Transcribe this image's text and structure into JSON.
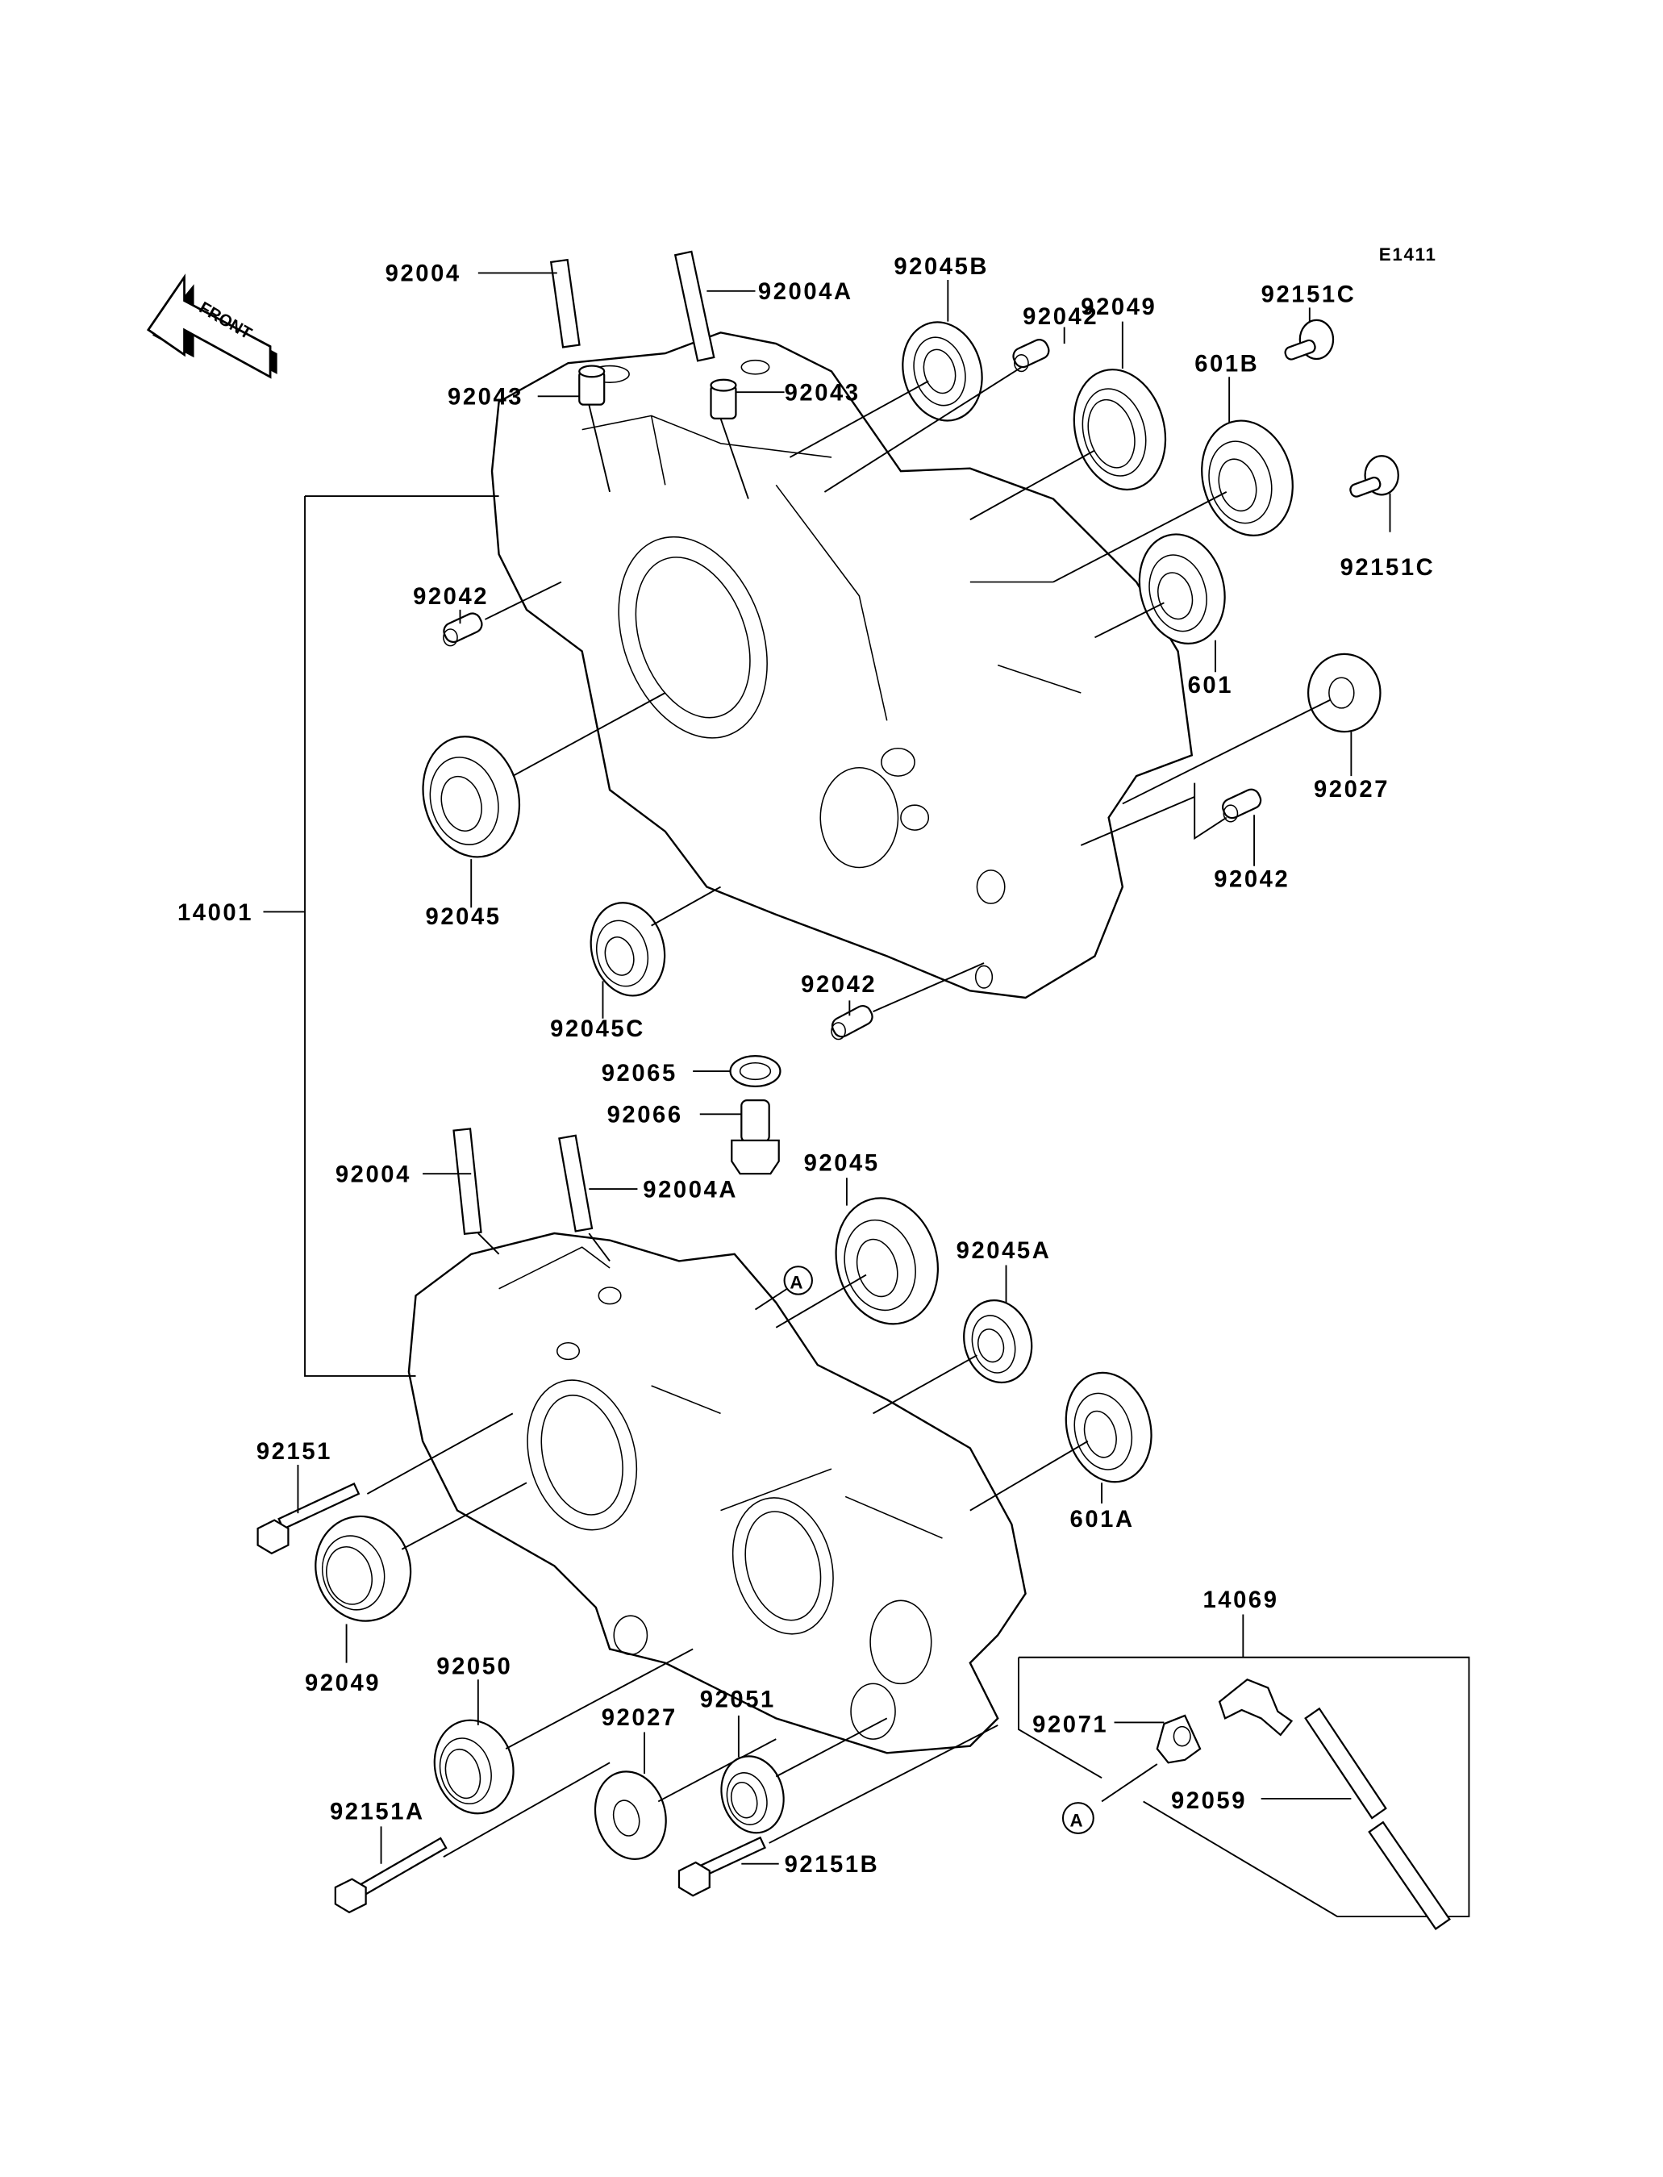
{
  "diagram": {
    "type": "exploded-parts-diagram",
    "subject": "Crankcase",
    "figure_code": "E1411",
    "front_indicator": "FRONT",
    "reference_marker": "A",
    "colors": {
      "line": "#000000",
      "background": "#ffffff"
    },
    "assemblies": [
      {
        "id": "14001",
        "label": "14001",
        "description": "crankcase set (upper & lower halves)"
      },
      {
        "id": "14069",
        "label": "14069",
        "description": "breather fitting assembly"
      }
    ],
    "labels": {
      "upper_92004": "92004",
      "upper_92004A": "92004A",
      "upper_92043_left": "92043",
      "upper_92043_right": "92043",
      "upper_92045B": "92045B",
      "upper_92042_top": "92042",
      "upper_92049": "92049",
      "upper_601B": "601B",
      "upper_92151C_top": "92151C",
      "upper_92151C_right": "92151C",
      "upper_601": "601",
      "upper_92042_left": "92042",
      "upper_92027": "92027",
      "upper_92042_right": "92042",
      "upper_92045": "92045",
      "upper_92045C": "92045C",
      "upper_92042_bottom": "92042",
      "label_14001": "14001",
      "mid_92065": "92065",
      "mid_92066": "92066",
      "lower_92004": "92004",
      "lower_92004A": "92004A",
      "lower_92045": "92045",
      "lower_92045A": "92045A",
      "lower_601A": "601A",
      "lower_92151": "92151",
      "lower_92049": "92049",
      "lower_92050": "92050",
      "lower_92027": "92027",
      "lower_92051": "92051",
      "lower_92151A": "92151A",
      "lower_92151B": "92151B",
      "label_14069": "14069",
      "box_92071": "92071",
      "box_92059": "92059"
    },
    "parts": [
      {
        "ref": "92004",
        "kind": "stud"
      },
      {
        "ref": "92004A",
        "kind": "stud"
      },
      {
        "ref": "92043",
        "kind": "dowel"
      },
      {
        "ref": "92045B",
        "kind": "ball bearing"
      },
      {
        "ref": "92042",
        "kind": "dowel pin"
      },
      {
        "ref": "92049",
        "kind": "oil seal"
      },
      {
        "ref": "601B",
        "kind": "ball bearing"
      },
      {
        "ref": "92151C",
        "kind": "bolt"
      },
      {
        "ref": "601",
        "kind": "ball bearing"
      },
      {
        "ref": "92027",
        "kind": "collar"
      },
      {
        "ref": "92045",
        "kind": "ball bearing"
      },
      {
        "ref": "92045C",
        "kind": "ball bearing"
      },
      {
        "ref": "92065",
        "kind": "gasket"
      },
      {
        "ref": "92066",
        "kind": "drain plug"
      },
      {
        "ref": "92045A",
        "kind": "ball bearing"
      },
      {
        "ref": "601A",
        "kind": "ball bearing"
      },
      {
        "ref": "92151",
        "kind": "bolt"
      },
      {
        "ref": "92050",
        "kind": "oil seal"
      },
      {
        "ref": "92051",
        "kind": "oil seal"
      },
      {
        "ref": "92151A",
        "kind": "bolt"
      },
      {
        "ref": "92151B",
        "kind": "bolt"
      },
      {
        "ref": "92071",
        "kind": "grommet"
      },
      {
        "ref": "92059",
        "kind": "tube"
      }
    ]
  }
}
